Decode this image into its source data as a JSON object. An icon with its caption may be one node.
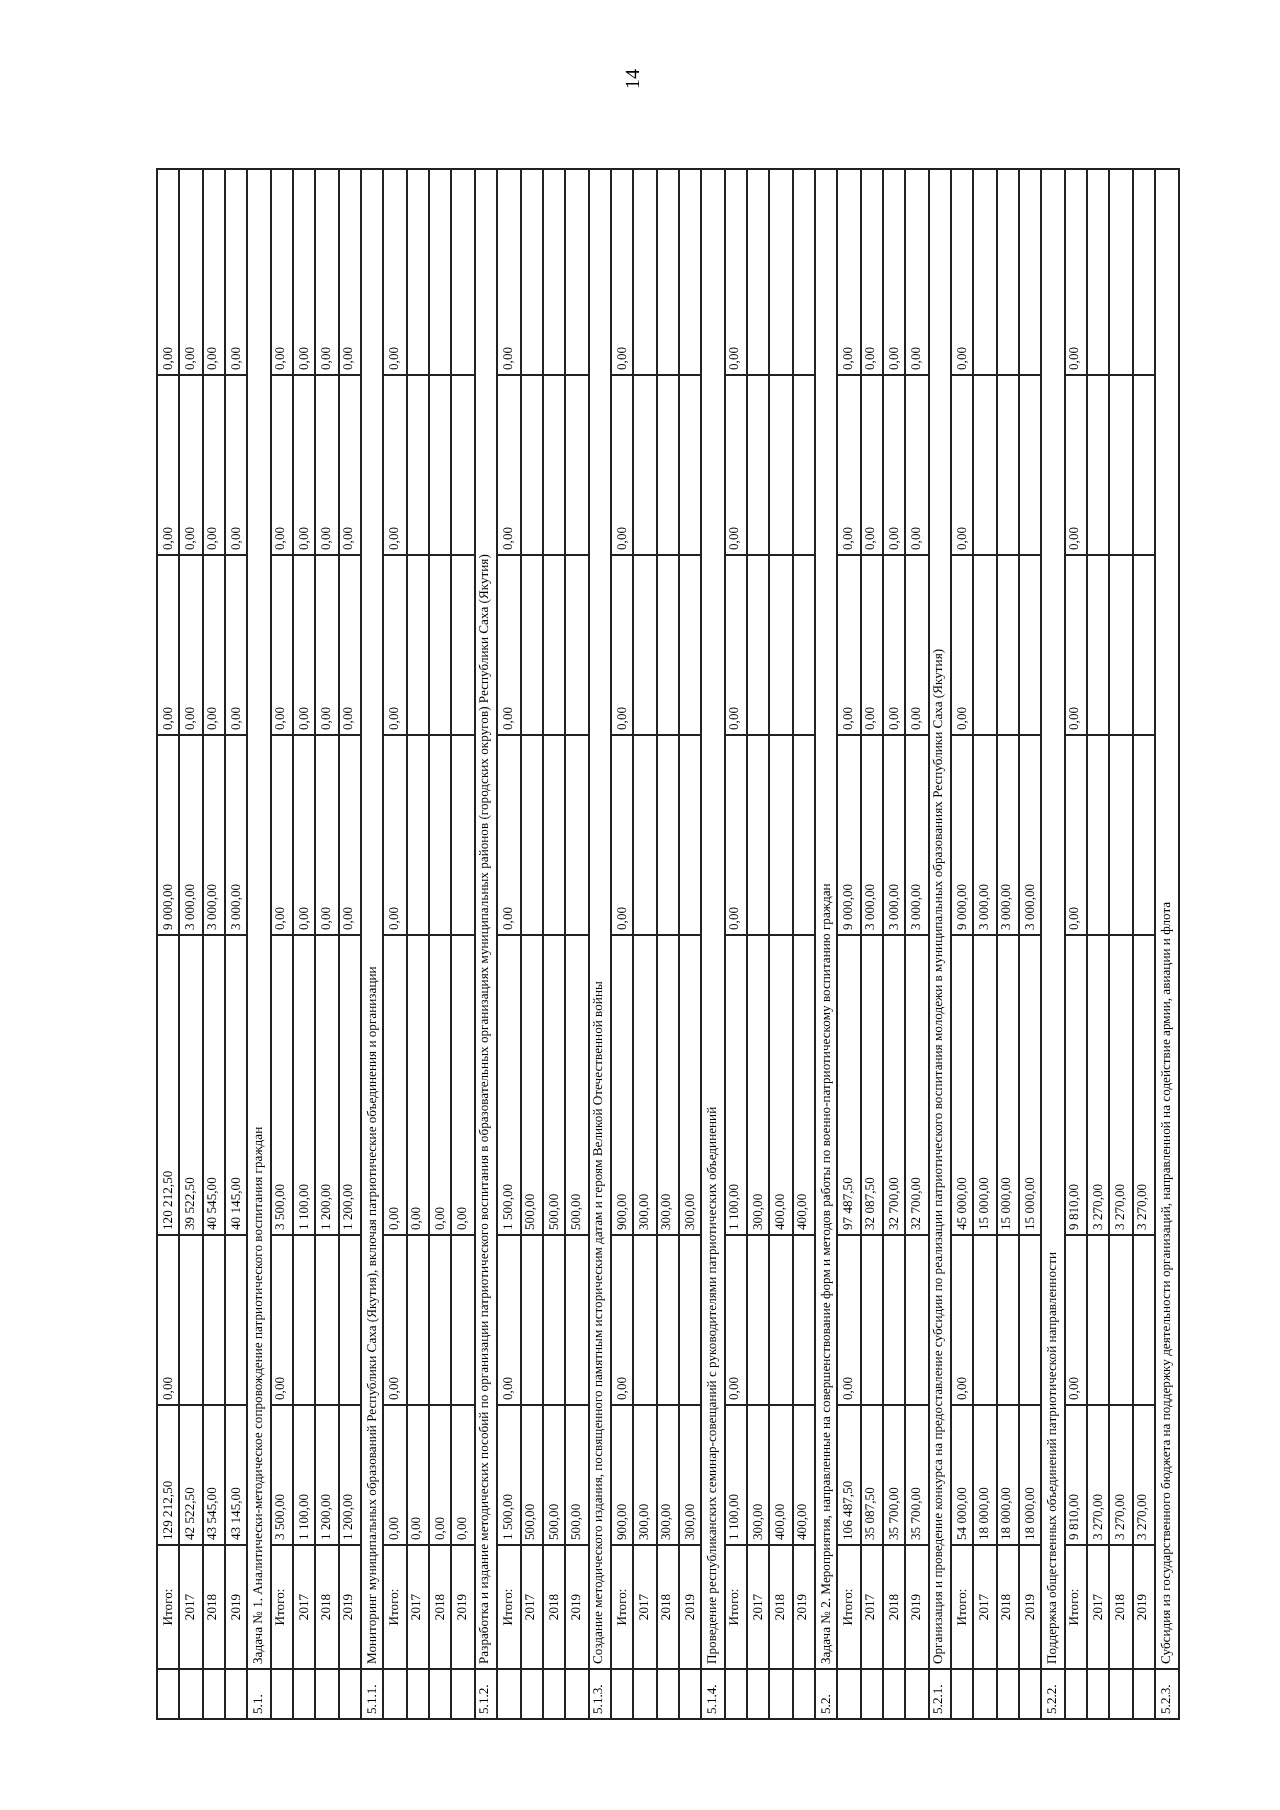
{
  "diagram": {
    "labels": [
      "14",
      "Итого:",
      "129 212,50",
      "0,00",
      "120 212,50",
      "9 000,00",
      "0,00",
      "0,00",
      "0,00",
      "2017",
      "42 522,50",
      "39 522,50",
      "3 000,00",
      "0,00",
      "0,00",
      "0,00",
      "2018",
      "43 545,00",
      "40 545,00",
      "3 000,00",
      "0,00",
      "0,00",
      "0,00",
      "2019",
      "43 145,00",
      "40 145,00",
      "3 000,00",
      "0,00",
      "0,00",
      "0,00",
      "5.1.",
      "Задача № 1. Аналитически-методическое сопровождение патриотического воспитания граждан",
      "Итого:",
      "3 500,00",
      "0,00",
      "3 500,00",
      "0,00",
      "0,00",
      "0,00",
      "0,00",
      "2017",
      "1 100,00",
      "1 100,00",
      "0,00",
      "0,00",
      "0,00",
      "0,00",
      "2018",
      "1 200,00",
      "1 200,00",
      "0,00",
      "0,00",
      "0,00",
      "0,00",
      "2019",
      "1 200,00",
      "1 200,00",
      "0,00",
      "0,00",
      "0,00",
      "0,00",
      "5.1.1.",
      "Мониторинг муниципальных образований Республики Саха (Якутия), включая патриотические объединения и организации",
      "Итого:",
      "0,00",
      "0,00",
      "0,00",
      "0,00",
      "0,00",
      "0,00",
      "0,00",
      "2017",
      "0,00",
      "0,00",
      "2018",
      "0,00",
      "0,00",
      "2019",
      "0,00",
      "0,00",
      "5.1.2.",
      "Разработка и издание методических пособий по организации патриотического воспитания в образовательных организациях муниципальных районов (городских округов) Республики Саха (Якутия)",
      "Итого:",
      "1 500,00",
      "0,00",
      "1 500,00",
      "0,00",
      "0,00",
      "0,00",
      "0,00",
      "2017",
      "500,00",
      "500,00",
      "2018",
      "500,00",
      "500,00",
      "2019",
      "500,00",
      "500,00",
      "5.1.3.",
      "Создание методического издания, посвященного памятным историческим датам и героям Великой Отечественной войны",
      "Итого:",
      "900,00",
      "0,00",
      "900,00",
      "0,00",
      "0,00",
      "0,00",
      "0,00",
      "2017",
      "300,00",
      "300,00",
      "2018",
      "300,00",
      "300,00",
      "2019",
      "300,00",
      "300,00",
      "5.1.4.",
      "Проведение республиканских семинар-совещаний с руководителями патриотических объединений",
      "Итого:",
      "1 100,00",
      "0,00",
      "1 100,00",
      "0,00",
      "0,00",
      "0,00",
      "0,00",
      "2017",
      "300,00",
      "300,00",
      "2018",
      "400,00",
      "400,00",
      "2019",
      "400,00",
      "400,00",
      "5.2.",
      "Задача № 2. Мероприятия, направленные на совершенствование форм и методов работы по военно-патриотическому воспитанию граждан",
      "Итого:",
      "106 487,50",
      "0,00",
      "97 487,50",
      "9 000,00",
      "0,00",
      "0,00",
      "0,00",
      "2017",
      "35 087,50",
      "32 087,50",
      "3 000,00",
      "0,00",
      "0,00",
      "0,00",
      "2018",
      "35 700,00",
      "32 700,00",
      "3 000,00",
      "0,00",
      "0,00",
      "0,00",
      "2019",
      "35 700,00",
      "32 700,00",
      "3 000,00",
      "0,00",
      "0,00",
      "0,00",
      "5.2.1.",
      "Организация и проведение конкурса на предоставление субсидии по реализации патриотического воспитания молодежи в муниципальных образованиях Республики Саха (Якутия)",
      "Итого:",
      "54 000,00",
      "0,00",
      "45 000,00",
      "9 000,00",
      "0,00",
      "0,00",
      "0,00",
      "2017",
      "18 000,00",
      "15 000,00",
      "3 000,00",
      "2018",
      "18 000,00",
      "15 000,00",
      "3 000,00",
      "2019",
      "18 000,00",
      "15 000,00",
      "3 000,00",
      "5.2.2.",
      "Поддержка общественных объединений патриотической направленности",
      "Итого:",
      "9 810,00",
      "0,00",
      "9 810,00",
      "0,00",
      "0,00",
      "0,00",
      "0,00",
      "2017",
      "3 270,00",
      "3 270,00",
      "2018",
      "3 270,00",
      "3 270,00",
      "2019",
      "3 270,00",
      "3 270,00",
      "5.2.3.",
      "Субсидия из государственного бюджета на поддержку деятельности организаций, направленной на содействие армии, авиации и флота"
    ]
  }
}
